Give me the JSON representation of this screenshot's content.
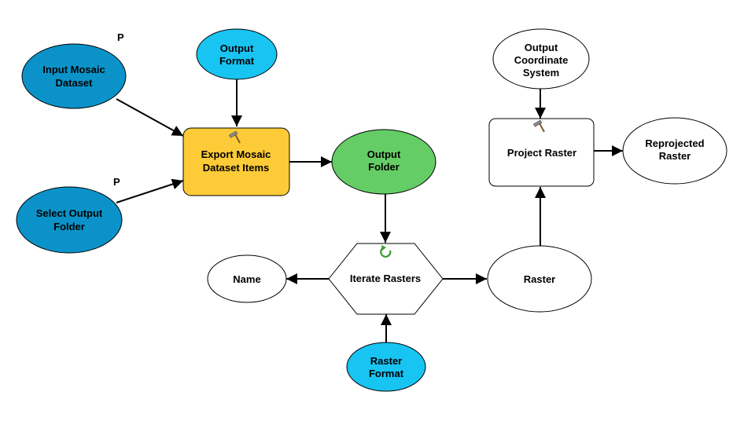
{
  "colors": {
    "input_variable": "#0b93c9",
    "value_parameter": "#18c4f2",
    "tool": "#fdcb37",
    "derived_data": "#65cd66",
    "unexecuted": "#ffffff",
    "outline": "#000000",
    "iterator_icon": "#3a9a30"
  },
  "nodes": {
    "input_mosaic_dataset": {
      "lines": [
        "Input Mosaic",
        "Dataset"
      ],
      "parameter_marker": "P"
    },
    "select_output_folder": {
      "lines": [
        "Select Output",
        "Folder"
      ],
      "parameter_marker": "P"
    },
    "output_format": {
      "lines": [
        "Output",
        "Format"
      ]
    },
    "export_mosaic_dataset_items": {
      "lines": [
        "Export Mosaic",
        "Dataset Items"
      ],
      "icon": "hammer-icon"
    },
    "output_folder": {
      "lines": [
        "Output",
        "Folder"
      ]
    },
    "iterate_rasters": {
      "lines": [
        "Iterate Rasters"
      ],
      "icon": "iterate-icon"
    },
    "name": {
      "lines": [
        "Name"
      ]
    },
    "raster": {
      "lines": [
        "Raster"
      ]
    },
    "raster_format": {
      "lines": [
        "Raster",
        "Format"
      ]
    },
    "project_raster": {
      "lines": [
        "Project Raster"
      ],
      "icon": "hammer-icon"
    },
    "output_coordinate_system": {
      "lines": [
        "Output",
        "Coordinate",
        "System"
      ]
    },
    "reprojected_raster": {
      "lines": [
        "Reprojected",
        "Raster"
      ]
    }
  }
}
